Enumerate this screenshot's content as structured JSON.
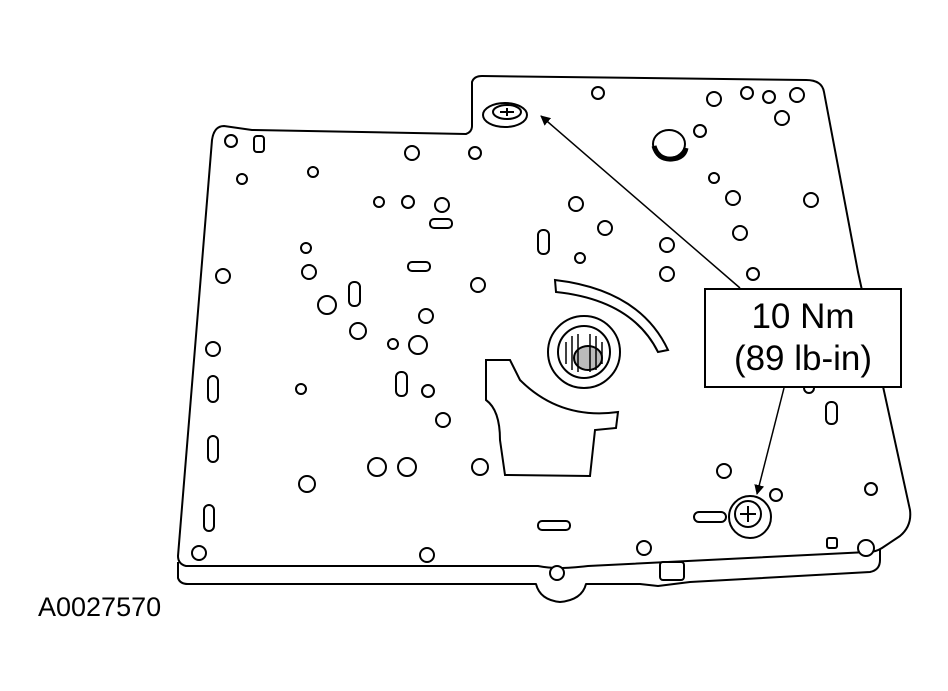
{
  "callout": {
    "torque_metric": "10 Nm",
    "torque_imperial": "(89 lb-in)"
  },
  "figure_id": "A0027570",
  "colors": {
    "line": "#000000",
    "background": "#ffffff"
  }
}
